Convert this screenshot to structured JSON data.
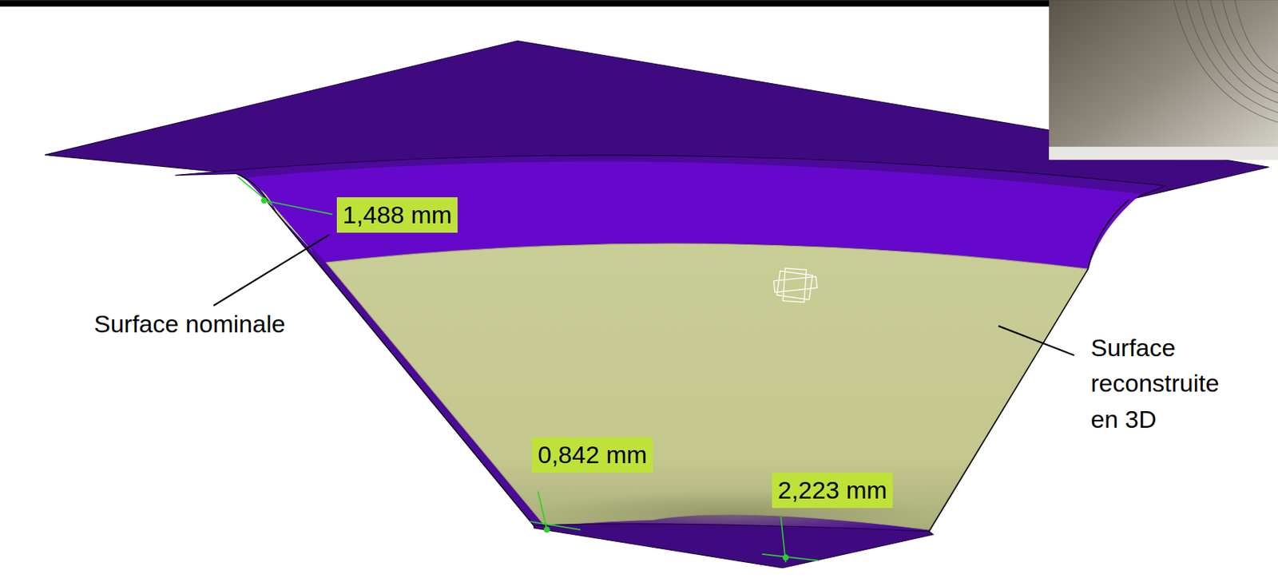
{
  "diagram": {
    "labels": [
      "1,488 mm",
      "Surface nominale",
      "Surface reconstruite en 3D",
      "0,842 mm",
      "2,223 mm"
    ]
  }
}
